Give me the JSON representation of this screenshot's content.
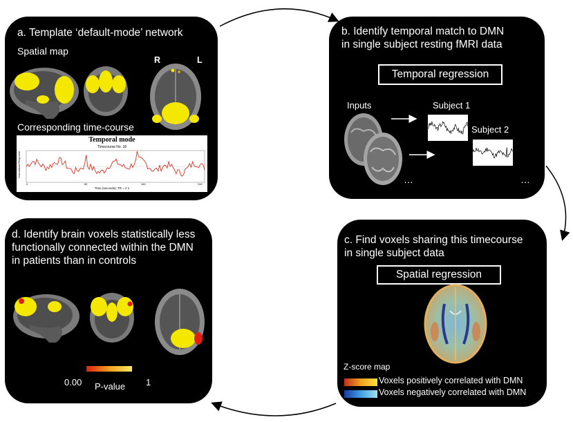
{
  "panel_a": {
    "title": "a. Template ‘default-mode’ network",
    "spatial_label": "Spatial map",
    "orientation_right": "R",
    "orientation_left": "L",
    "timecourse_label": "Corresponding time-course",
    "plot_title": "Temporal mode",
    "plot_subtitle": "Timecourse No. 18",
    "plot_xlabel": "Time (seconds); TR = 2 s",
    "plot_ylabel": "Normalised Response",
    "plot_xticks": [
      "0",
      "80",
      "160",
      "240"
    ]
  },
  "panel_b": {
    "title_line1": "b. Identify temporal match to DMN",
    "title_line2": "in single subject resting fMRI data",
    "box_label": "Temporal regression",
    "inputs_label": "Inputs",
    "subject1_label": "Subject  1",
    "subject2_label": "Subject  2",
    "ellipsis": "…"
  },
  "panel_c": {
    "title_line1": "c. Find voxels sharing this timecourse",
    "title_line2": "in single subject data",
    "box_label": "Spatial regression",
    "zscore_label": "Z-score map",
    "legend_pos": "Voxels positively correlated with DMN",
    "legend_neg": "Voxels negatively correlated with DMN"
  },
  "panel_d": {
    "title_line1": "d. Identify brain voxels statistically less",
    "title_line2": "functionally connected within the DMN",
    "title_line3": "in patients than in controls",
    "scale_min": "0.00",
    "scale_max": "1",
    "scale_label": "P-value"
  },
  "colors": {
    "panel_bg": "#000000",
    "activation_yellow": "#f5e800",
    "activation_red": "#e02010",
    "plot_line": "#e03020"
  }
}
